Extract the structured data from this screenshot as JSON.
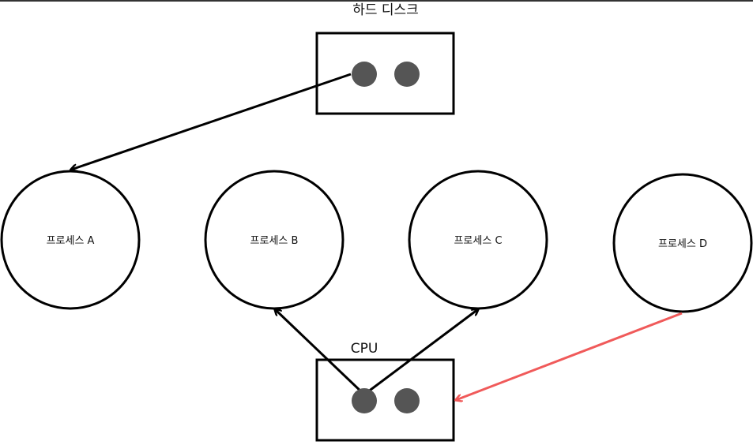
{
  "hard_disk": {
    "title": "하드 디스크"
  },
  "processes": [
    {
      "id": "A",
      "label": "프로세스 A"
    },
    {
      "id": "B",
      "label": "프로세스 B"
    },
    {
      "id": "C",
      "label": "프로세스 C"
    },
    {
      "id": "D",
      "label": "프로세스 D"
    }
  ],
  "cpu": {
    "title": "CPU"
  },
  "colors": {
    "stroke": "#000000",
    "dot": "#555555",
    "highlight_arrow": "#f05a5a",
    "top_border": "#333333"
  }
}
